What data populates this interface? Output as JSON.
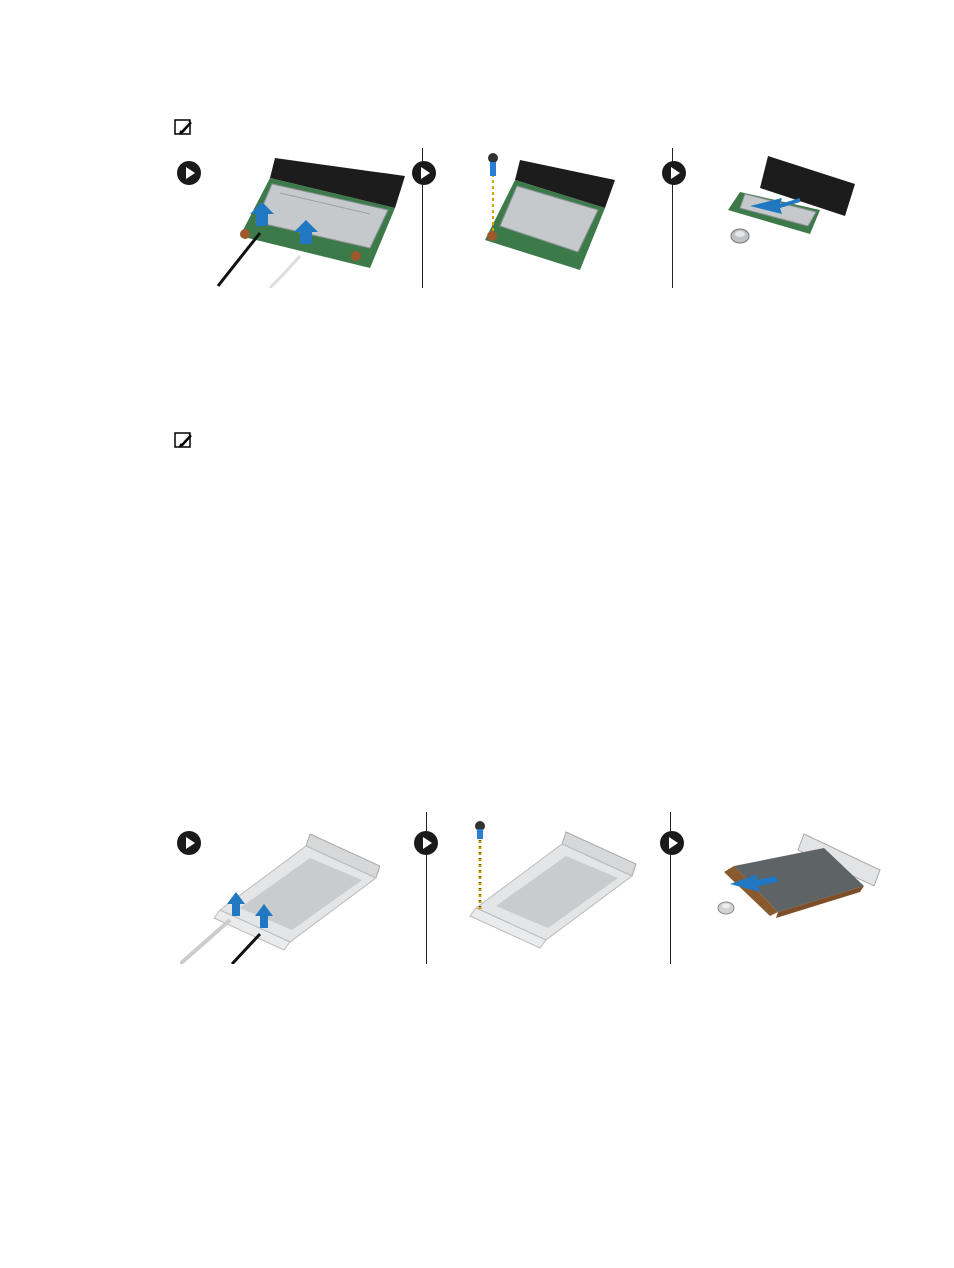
{
  "notes": [
    {
      "icon": "pencil-note-icon"
    },
    {
      "icon": "pencil-note-icon"
    }
  ],
  "figures": [
    {
      "name": "wlan-card-half-size-removal",
      "steps": [
        {
          "icon": "play-step-icon",
          "action": "disconnect-antenna-cables"
        },
        {
          "icon": "play-step-icon",
          "action": "remove-screw"
        },
        {
          "icon": "play-step-icon",
          "action": "slide-out-card"
        }
      ]
    },
    {
      "name": "wlan-card-ngff-removal",
      "steps": [
        {
          "icon": "play-step-icon",
          "action": "disconnect-antenna-cables"
        },
        {
          "icon": "play-step-icon",
          "action": "remove-screw"
        },
        {
          "icon": "play-step-icon",
          "action": "slide-out-card"
        }
      ]
    }
  ],
  "colors": {
    "arrow": "#1f78c1",
    "board": "#3d7a4a",
    "shield": "#b8bcbf",
    "dark": "#1c1c1c"
  }
}
